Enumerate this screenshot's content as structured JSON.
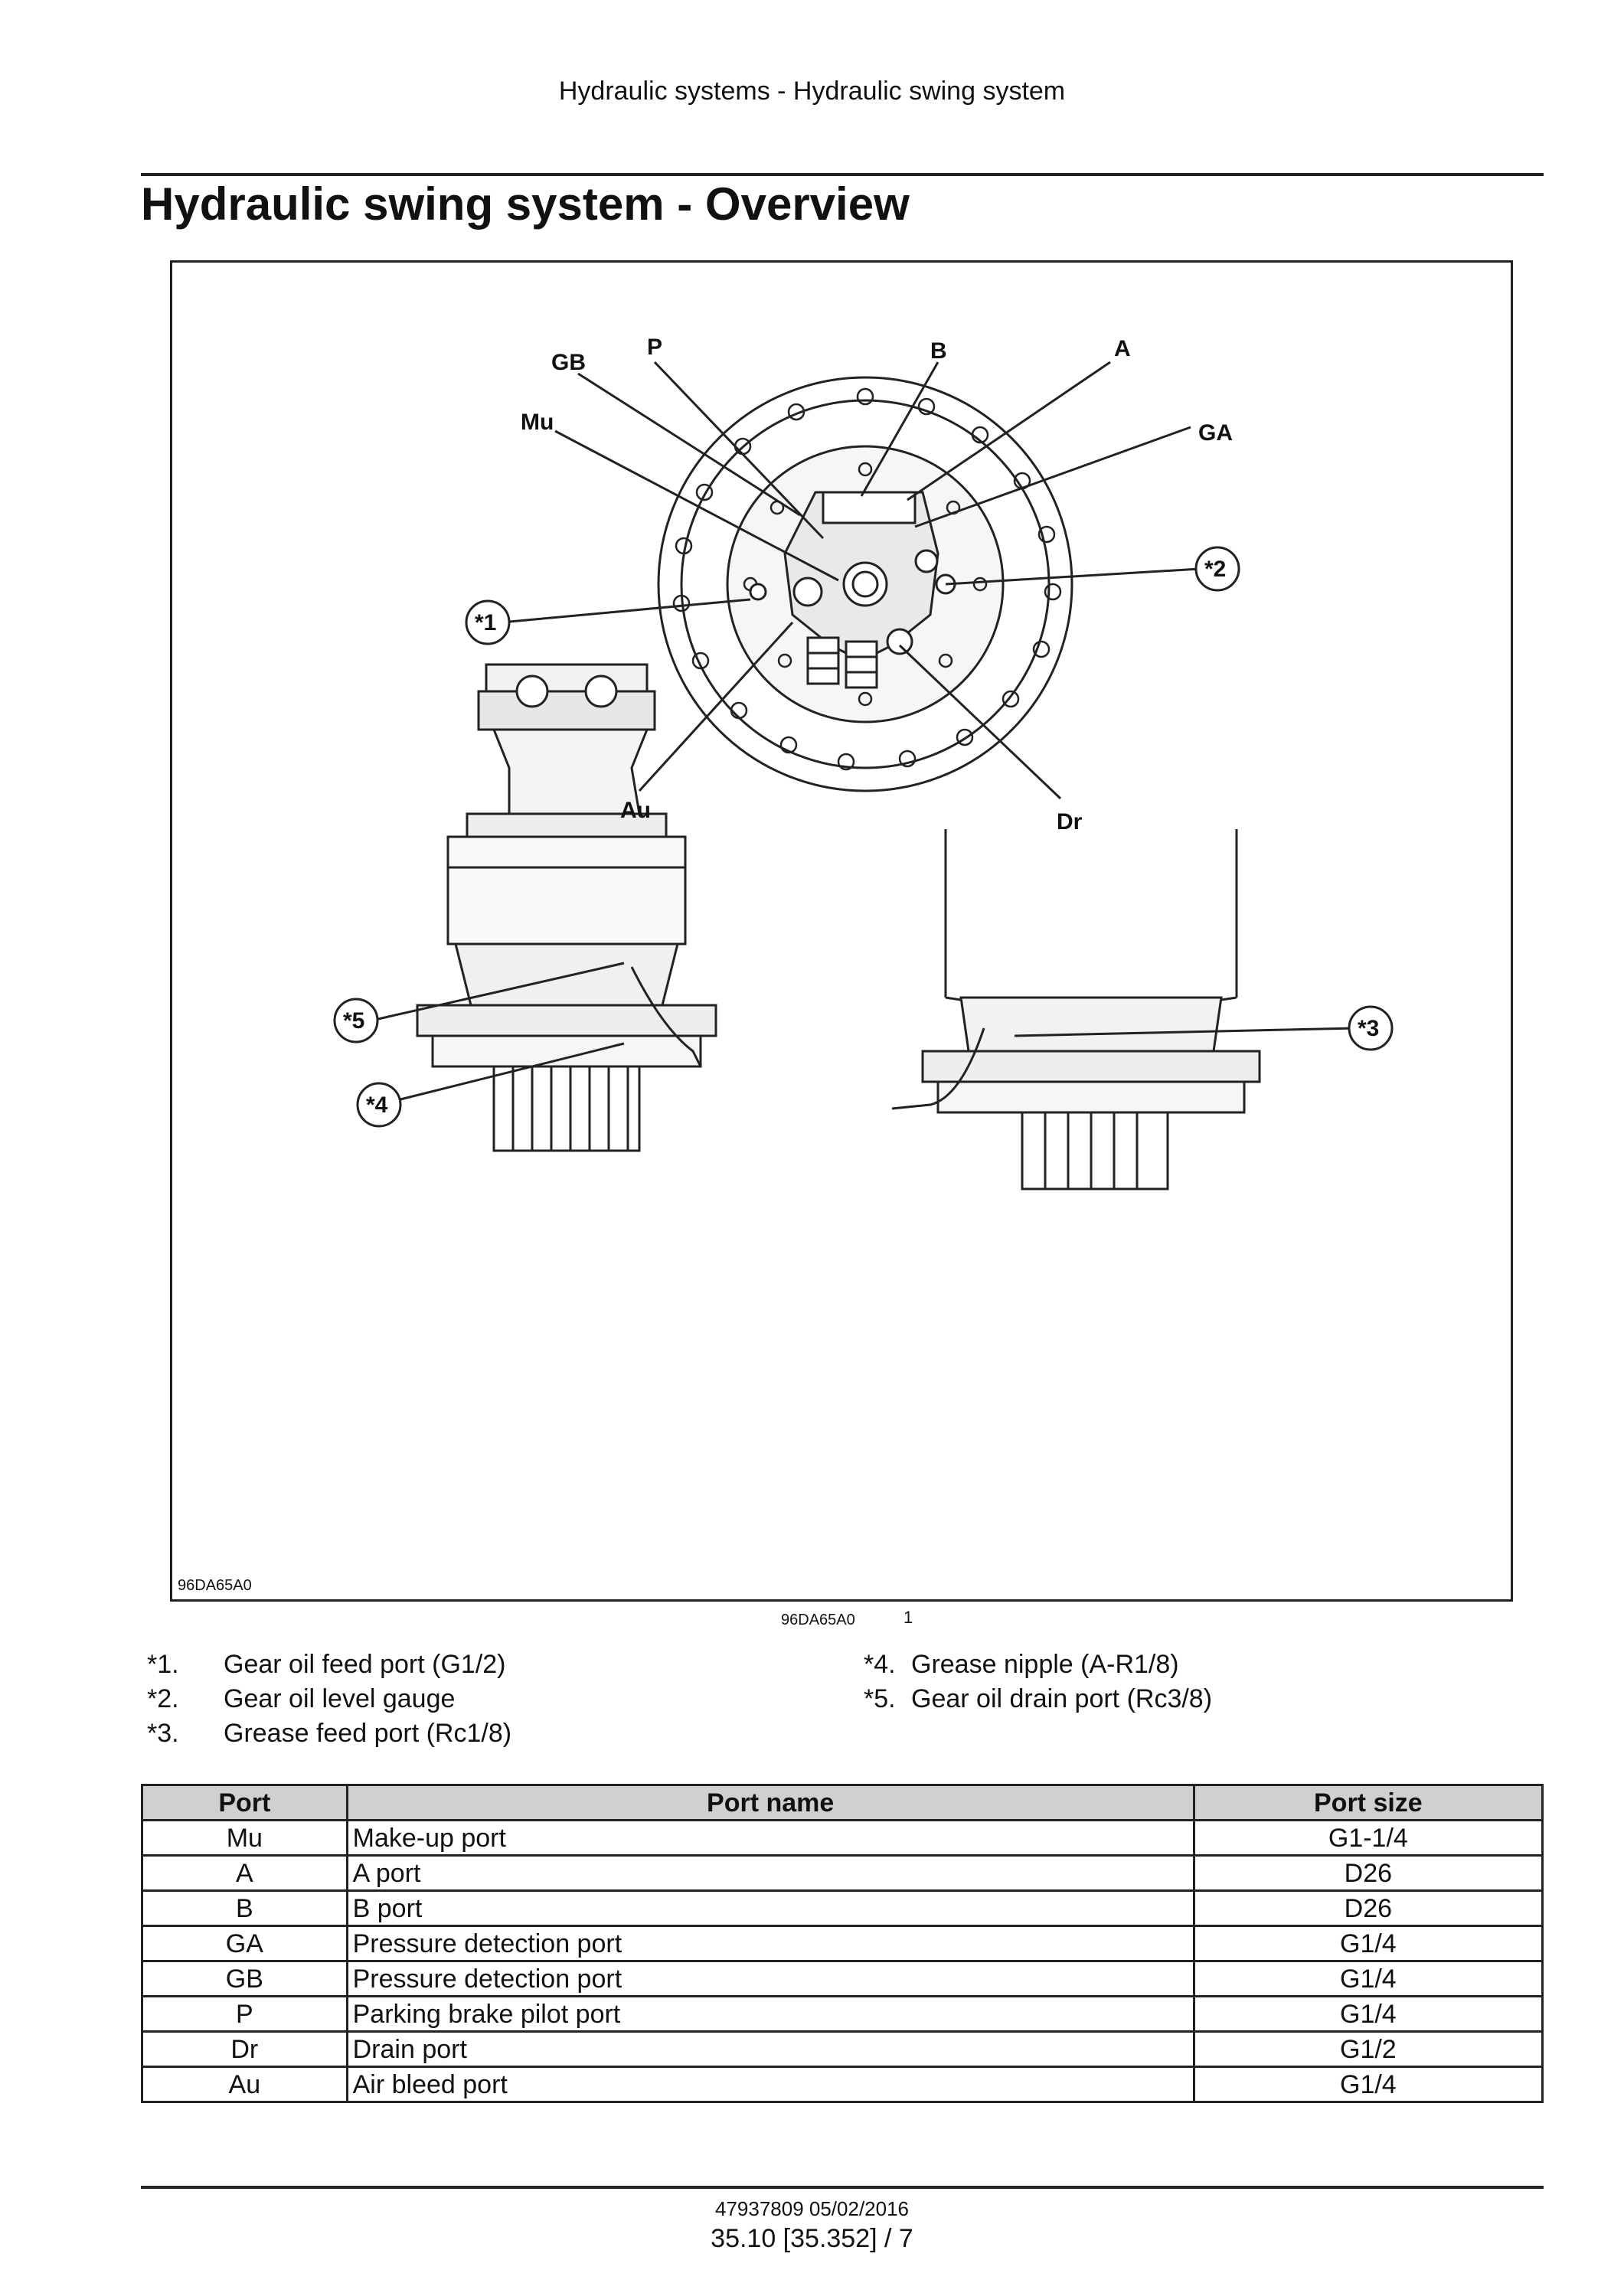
{
  "header": {
    "running_title": "Hydraulic systems - Hydraulic swing system"
  },
  "page_title": "Hydraulic swing system - Overview",
  "figure": {
    "code_inner": "96DA65A0",
    "caption_code": "96DA65A0",
    "number": "1",
    "port_labels": {
      "P": "P",
      "GB": "GB",
      "B": "B",
      "A": "A",
      "Mu": "Mu",
      "GA": "GA",
      "ref2": "*2",
      "ref1": "*1",
      "Au": "Au",
      "Dr": "Dr",
      "ref5": "*5",
      "ref4": "*4",
      "ref3": "*3"
    }
  },
  "legend": [
    {
      "marker": "*1.",
      "text": "Gear oil feed port (G1/2)"
    },
    {
      "marker": "*2.",
      "text": "Gear oil level gauge"
    },
    {
      "marker": "*3.",
      "text": "Grease feed port (Rc1/8)"
    },
    {
      "marker": "*4.",
      "text": "Grease nipple (A-R1/8)"
    },
    {
      "marker": "*5.",
      "text": "Gear oil drain port (Rc3/8)"
    }
  ],
  "table": {
    "headers": {
      "port": "Port",
      "name": "Port name",
      "size": "Port size"
    },
    "rows": [
      {
        "port": "Mu",
        "name": "Make-up port",
        "size": "G1-1/4"
      },
      {
        "port": "A",
        "name": "A port",
        "size": "D26"
      },
      {
        "port": "B",
        "name": "B port",
        "size": "D26"
      },
      {
        "port": "GA",
        "name": "Pressure detection port",
        "size": "G1/4"
      },
      {
        "port": "GB",
        "name": "Pressure detection port",
        "size": "G1/4"
      },
      {
        "port": "P",
        "name": "Parking brake pilot port",
        "size": "G1/4"
      },
      {
        "port": "Dr",
        "name": "Drain port",
        "size": "G1/2"
      },
      {
        "port": "Au",
        "name": "Air bleed port",
        "size": "G1/4"
      }
    ]
  },
  "footer": {
    "doc_number": "47937809 05/02/2016",
    "page_ref": "35.10 [35.352] / 7"
  }
}
